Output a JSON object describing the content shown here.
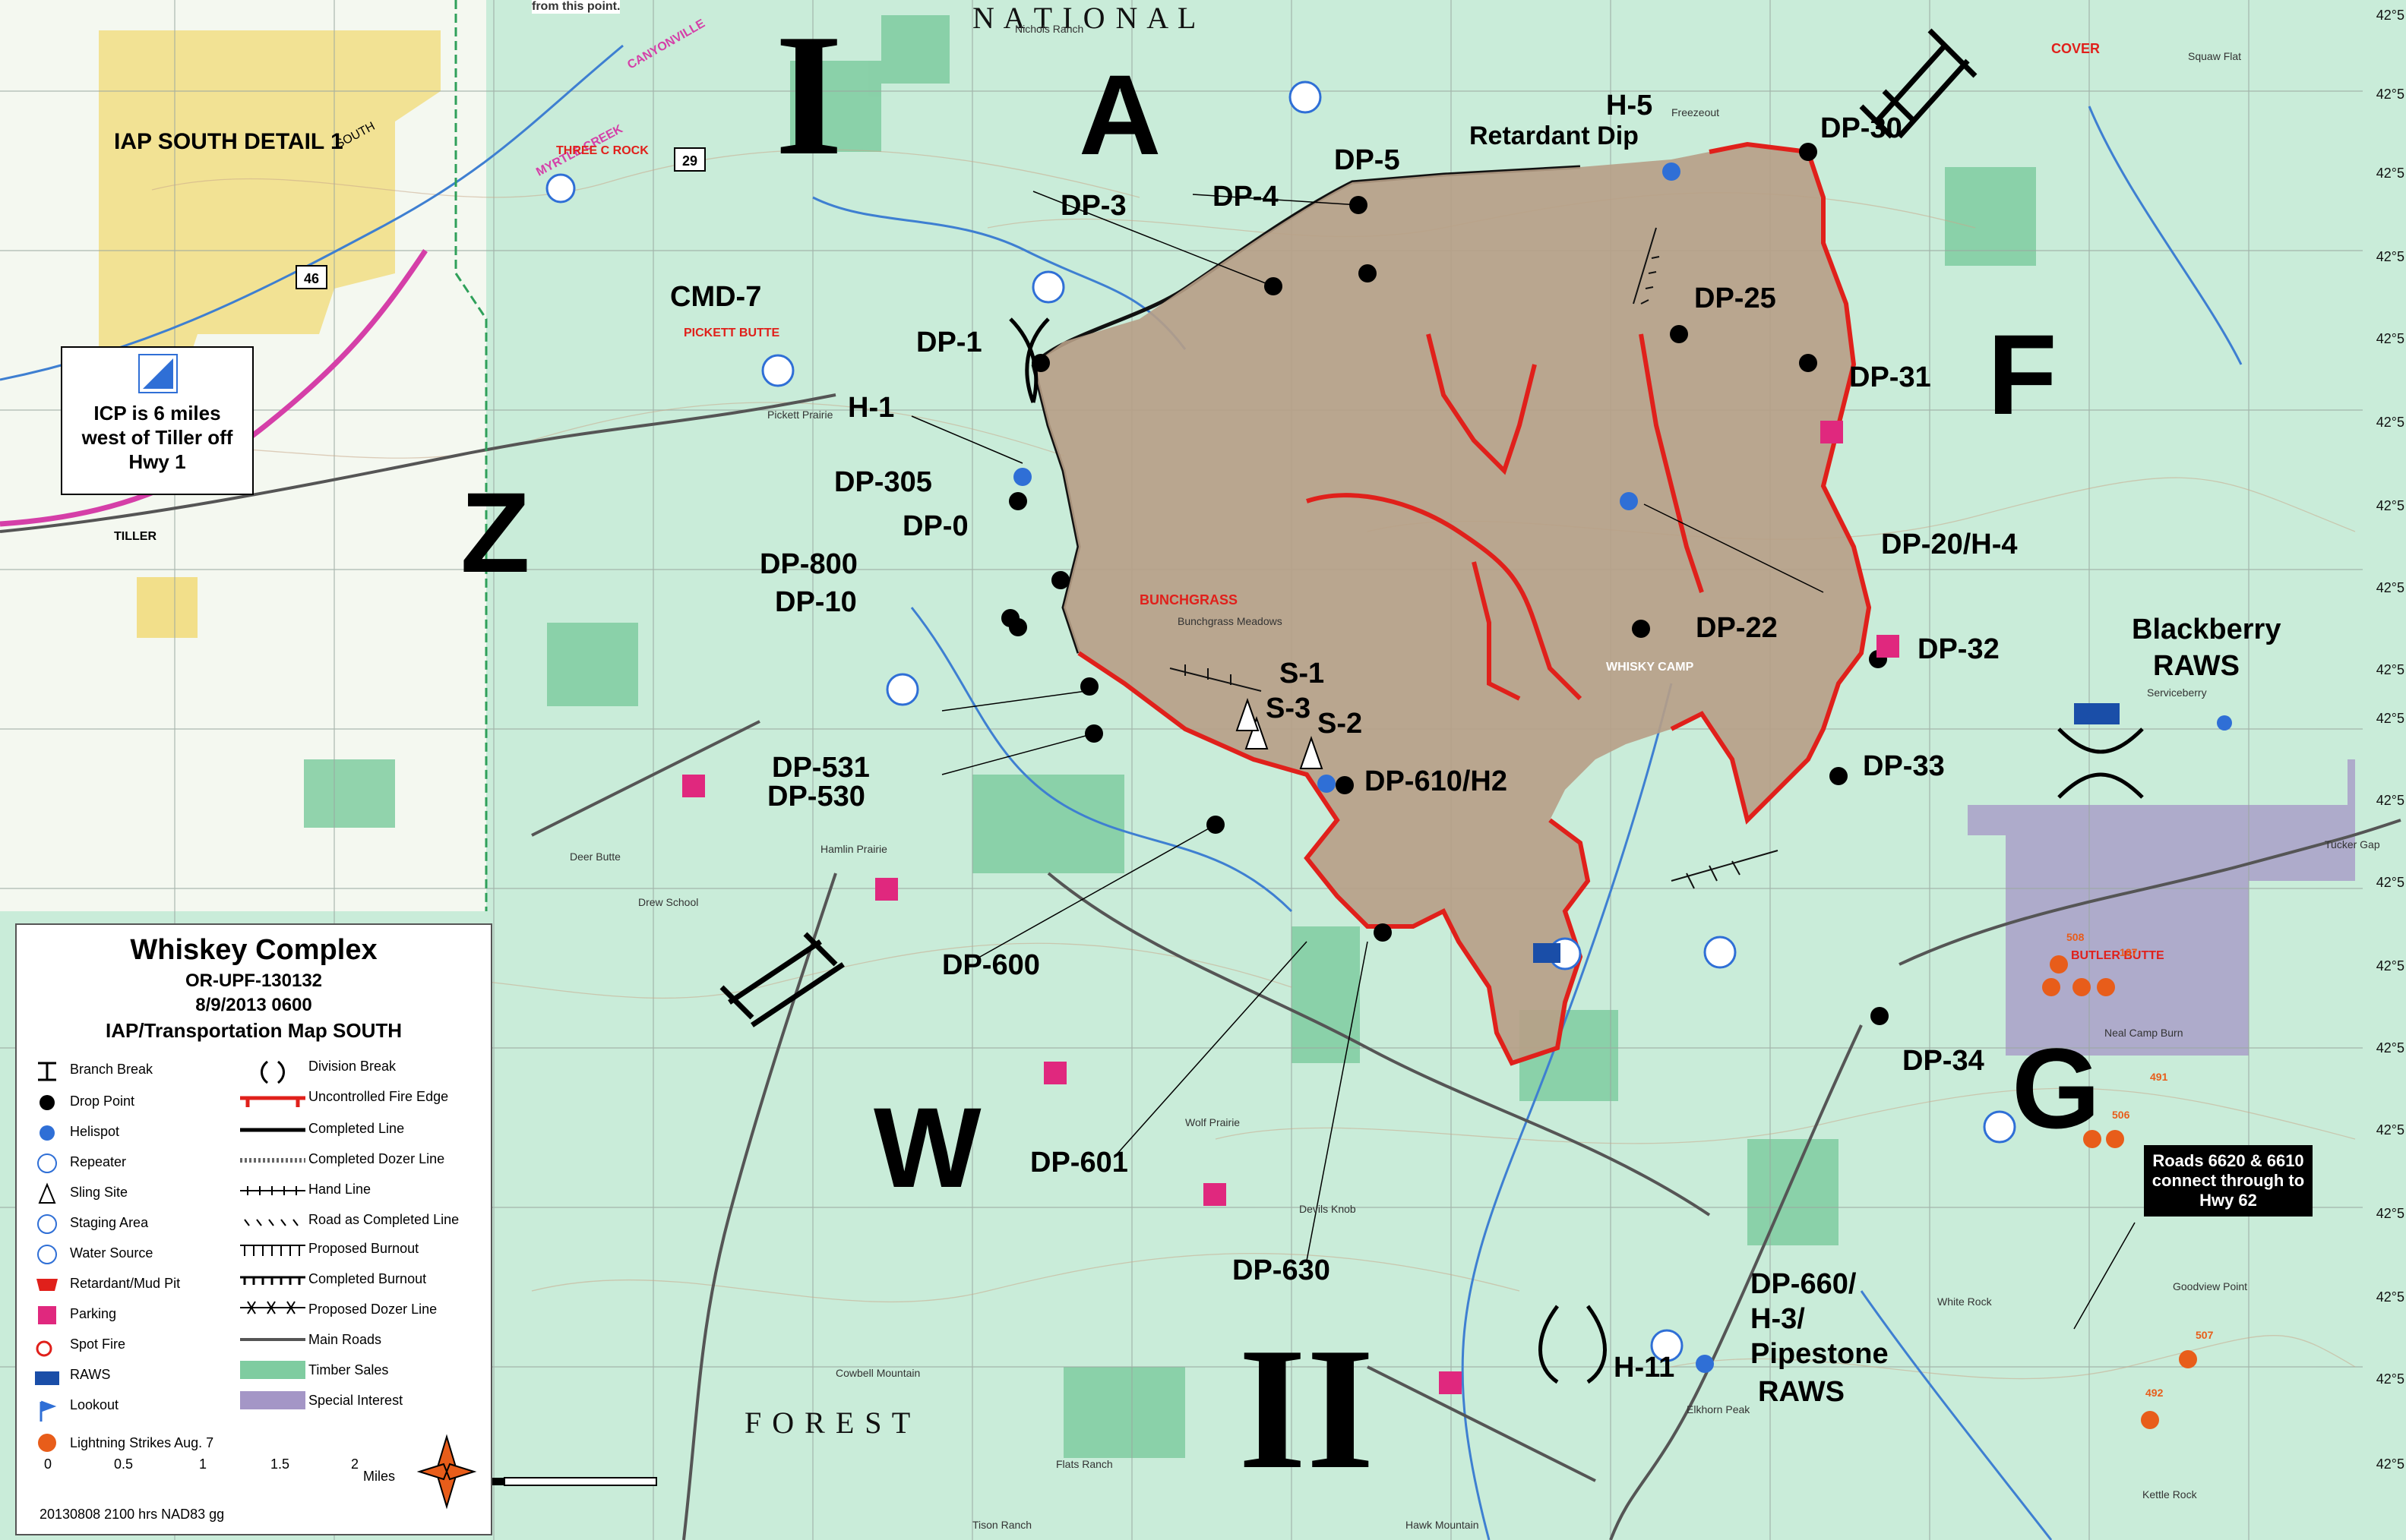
{
  "map": {
    "legend": {
      "title": "Whiskey Complex",
      "incident_number": "OR-UPF-130132",
      "datetime": "8/9/2013  0600",
      "subtitle": "IAP/Transportation Map SOUTH",
      "items_left": [
        {
          "label": "Branch Break",
          "icon": "branch-break-icon"
        },
        {
          "label": "Drop Point",
          "icon": "drop-point-icon"
        },
        {
          "label": "Helispot",
          "icon": "helispot-icon"
        },
        {
          "label": "Repeater",
          "icon": "repeater-icon"
        },
        {
          "label": "Sling Site",
          "icon": "sling-site-icon"
        },
        {
          "label": "Staging Area",
          "icon": "staging-area-icon"
        },
        {
          "label": "Water Source",
          "icon": "water-source-icon"
        },
        {
          "label": "Retardant/Mud Pit",
          "icon": "retardant-pit-icon"
        },
        {
          "label": "Parking",
          "icon": "parking-icon"
        },
        {
          "label": "Spot Fire",
          "icon": "spot-fire-icon"
        },
        {
          "label": "RAWS",
          "icon": "raws-icon"
        },
        {
          "label": "Lookout",
          "icon": "lookout-icon"
        },
        {
          "label": "Lightning Strikes Aug. 7",
          "icon": "lightning-strike-icon"
        }
      ],
      "items_right": [
        {
          "label": "Division Break",
          "icon": "division-break-icon"
        },
        {
          "label": "Uncontrolled Fire Edge",
          "icon": "uncontrolled-edge-icon"
        },
        {
          "label": "Completed Line",
          "icon": "completed-line-icon"
        },
        {
          "label": "Completed Dozer Line",
          "icon": "completed-dozer-icon"
        },
        {
          "label": "Hand Line",
          "icon": "hand-line-icon"
        },
        {
          "label": "Road as Completed Line",
          "icon": "road-completed-icon"
        },
        {
          "label": "Proposed Burnout",
          "icon": "proposed-burnout-icon"
        },
        {
          "label": "Completed Burnout",
          "icon": "completed-burnout-icon"
        },
        {
          "label": "Proposed Dozer Line",
          "icon": "proposed-dozer-icon"
        },
        {
          "label": "Main Roads",
          "icon": "main-roads-icon"
        },
        {
          "label": "Timber Sales",
          "icon": "timber-sales-icon"
        },
        {
          "label": "Special Interest",
          "icon": "special-interest-icon"
        }
      ],
      "scale_ticks": [
        "0",
        "0.5",
        "1",
        "1.5",
        "2"
      ],
      "scale_unit": "Miles",
      "footer": "20130808 2100 hrs  NAD83  gg"
    },
    "division_letters": {
      "I": "I",
      "A": "A",
      "Z": "Z",
      "F": "F",
      "G": "G",
      "W": "W",
      "II": "II"
    },
    "drop_points": {
      "dp30": "DP-30",
      "dp5": "DP-5",
      "dp4": "DP-4",
      "dp3": "DP-3",
      "dp25": "DP-25",
      "dp1": "DP-1",
      "dp31": "DP-31",
      "h1": "H-1",
      "dp305": "DP-305",
      "dp0": "DP-0",
      "dp800": "DP-800",
      "dp10": "DP-10",
      "dp20h4": "DP-20/H-4",
      "dp22": "DP-22",
      "dp32": "DP-32",
      "s1": "S-1",
      "s3": "S-3",
      "s2": "S-2",
      "dp610h2": "DP-610/H2",
      "dp33": "DP-33",
      "dp531": "DP-531",
      "dp530": "DP-530",
      "dp600": "DP-600",
      "dp34": "DP-34",
      "dp601": "DP-601",
      "dp630": "DP-630",
      "dp660": "DP-660/",
      "h3": "H-3/",
      "pipestone": "Pipestone",
      "raws": "RAWS",
      "h11": "H-11",
      "h5": "H-5",
      "retardant_dip": "Retardant Dip",
      "cmd7": "CMD-7",
      "blackberry": "Blackberry",
      "blackberry_raws": "RAWS"
    },
    "labels": {
      "national": "N A T I O N A L",
      "forest": "F O R E S T",
      "iap_detail": "IAP SOUTH DETAIL 1",
      "icp_note": "ICP is 6 miles west of Tiller off Hwy 1",
      "roads_note": "Roads 6620 & 6610 connect through to Hwy 62",
      "three_c_rock": "THREE C ROCK",
      "pickett_butte": "PICKETT BUTTE",
      "bunchgrass": "BUNCHGRASS",
      "cover": "COVER",
      "whisky_camp": "WHISKY CAMP",
      "tiller": "TILLER",
      "from_point": "from this point.",
      "hwy_29": "29",
      "hwy_46": "46",
      "nichols_ranch": "Nichols Ranch",
      "freezeout": "Freezeout",
      "pickett_prairie": "Pickett Prairie",
      "bunchgrass_meadows": "Bunchgrass Meadows",
      "hamlin_prairie": "Hamlin Prairie",
      "drew_school": "Drew School",
      "deer_butte": "Deer Butte",
      "wolf_prairie": "Wolf Prairie",
      "devils_knob": "Devils Knob",
      "cowbell_mountain": "Cowbell Mountain",
      "flats_ranch": "Flats Ranch",
      "tison_ranch": "Tison Ranch",
      "hawk_mountain": "Hawk Mountain",
      "elkhorn_peak": "Elkhorn Peak",
      "white_rock": "White Rock",
      "goodview_point": "Goodview Point",
      "kettle_rock": "Kettle Rock",
      "neal_camp_burn": "Neal Camp Burn",
      "tucker_gap": "Tucker Gap",
      "serviceberry": "Serviceberry",
      "squaw_flat": "Squaw Flat",
      "butler_butte": "BUTLER BUTTE",
      "myrtle_creek": "MYRTLE CREEK",
      "south": "SOUTH",
      "canyonville": "CANYONVILLE"
    },
    "lat_ticks": [
      "42°5",
      "42°5",
      "42°5",
      "42°5",
      "42°5",
      "42°5",
      "42°5",
      "42°5",
      "42°5",
      "42°5",
      "42°5",
      "42°5",
      "42°5",
      "42°5",
      "42°5",
      "42°5",
      "42°5",
      "42°5",
      "42°5"
    ],
    "lightning_values": [
      "508",
      "187",
      "491",
      "506",
      "507",
      "492"
    ],
    "colors": {
      "background": "#c9ecd9",
      "fire_fill": "#b79f86",
      "uncontrolled_edge": "#e0201b",
      "timber_sales": "#7fcca0",
      "special_interest": "#a496c6",
      "private_land": "#f2df8a",
      "drop_point": "#000000",
      "helispot": "#2f6fd6"
    }
  }
}
